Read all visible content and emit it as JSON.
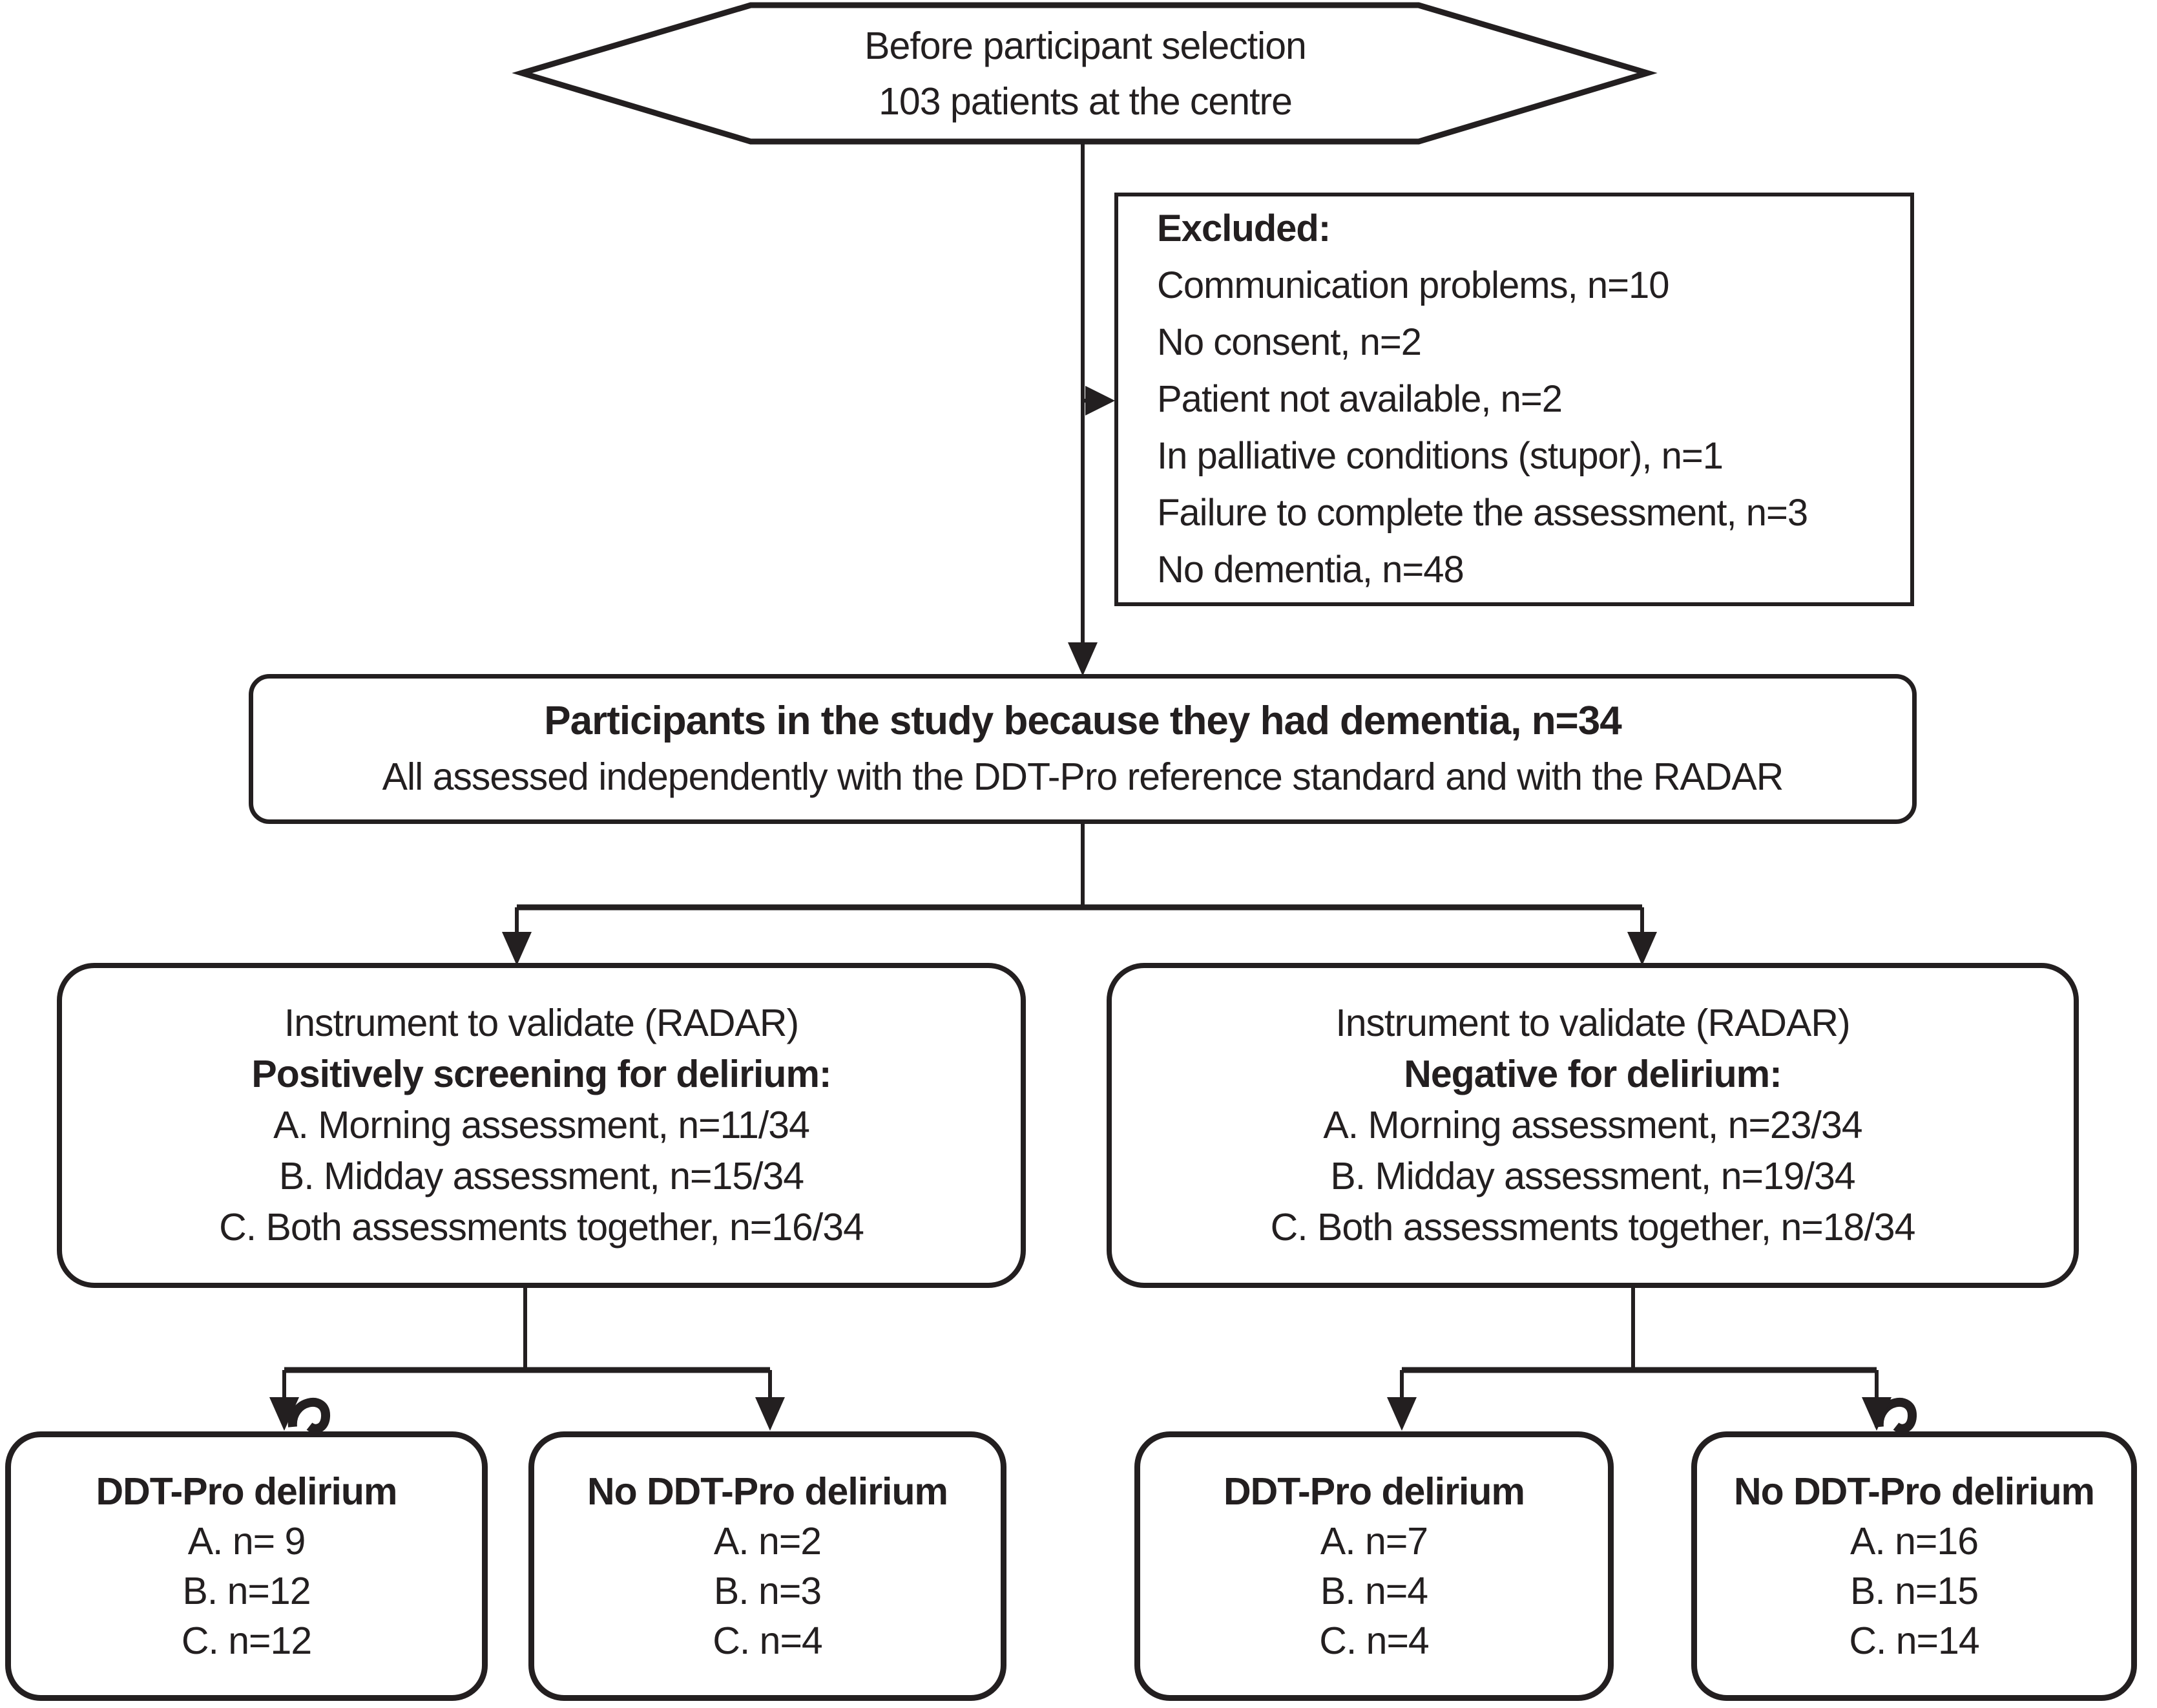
{
  "diagram": {
    "ink_color": "#231f20",
    "hexagon": {
      "line1": "Before participant selection",
      "line2": "103 patients at the centre"
    },
    "excluded": {
      "title": "Excluded:",
      "items": [
        "Communication problems, n=10",
        "No consent, n=2",
        "Patient not available, n=2",
        "In palliative conditions (stupor), n=1",
        "Failure to complete the assessment, n=3",
        "No dementia, n=48"
      ]
    },
    "participants": {
      "title": "Participants in the study because they had dementia, n=34",
      "subtitle": "All assessed independently with the DDT-Pro reference standard and with the RADAR"
    },
    "radar_positive": {
      "heading": "Instrument to validate (RADAR)",
      "subheading": "Positively screening for delirium:",
      "items": [
        "A. Morning assessment, n=11/34",
        "B. Midday assessment, n=15/34",
        "C. Both assessments together, n=16/34"
      ]
    },
    "radar_negative": {
      "heading": "Instrument to validate (RADAR)",
      "subheading": "Negative for delirium:",
      "items": [
        "A. Morning assessment, n=23/34",
        "B. Midday assessment, n=19/34",
        "C. Both assessments together, n=18/34"
      ]
    },
    "outcomes": [
      {
        "title": "DDT-Pro delirium",
        "items": [
          "A. n= 9",
          "B. n=12",
          "C. n=12"
        ]
      },
      {
        "title": "No DDT-Pro delirium",
        "items": [
          "A. n=2",
          "B. n=3",
          "C. n=4"
        ]
      },
      {
        "title": "DDT-Pro delirium",
        "items": [
          "A. n=7",
          "B. n=4",
          "C. n=4"
        ]
      },
      {
        "title": "No DDT-Pro delirium",
        "items": [
          "A. n=16",
          "B. n=15",
          "C. n=14"
        ]
      }
    ]
  }
}
